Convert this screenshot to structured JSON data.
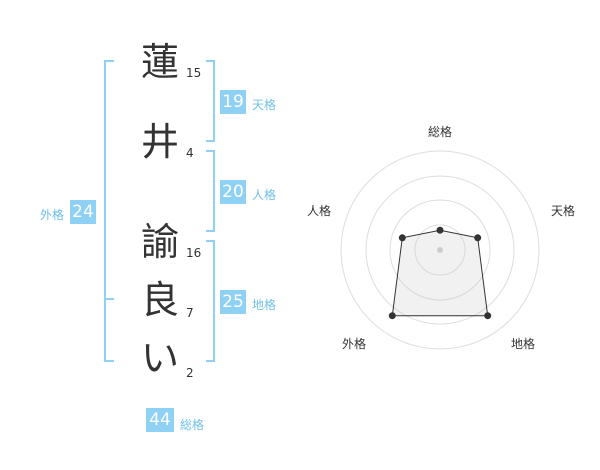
{
  "name_chars": [
    "蓮",
    "井",
    "諭",
    "良",
    "い"
  ],
  "strokes": [
    "15",
    "4",
    "16",
    "7",
    "2"
  ],
  "kakaku": {
    "tenkaku": {
      "value": "19",
      "label": "天格"
    },
    "jinkaku": {
      "value": "20",
      "label": "人格"
    },
    "chikaku": {
      "value": "25",
      "label": "地格"
    },
    "gaikaku": {
      "value": "24",
      "label": "外格"
    },
    "soukaku": {
      "value": "44",
      "label": "総格"
    }
  },
  "radar": {
    "labels": {
      "top": "総格",
      "right_top": "天格",
      "right_bottom": "地格",
      "left_bottom": "外格",
      "left_top": "人格"
    },
    "values": [
      0.2,
      0.4,
      0.82,
      0.82,
      0.4
    ]
  },
  "colors": {
    "accent": "#8fd0f5",
    "label": "#6ec1ea",
    "text": "#333333"
  }
}
